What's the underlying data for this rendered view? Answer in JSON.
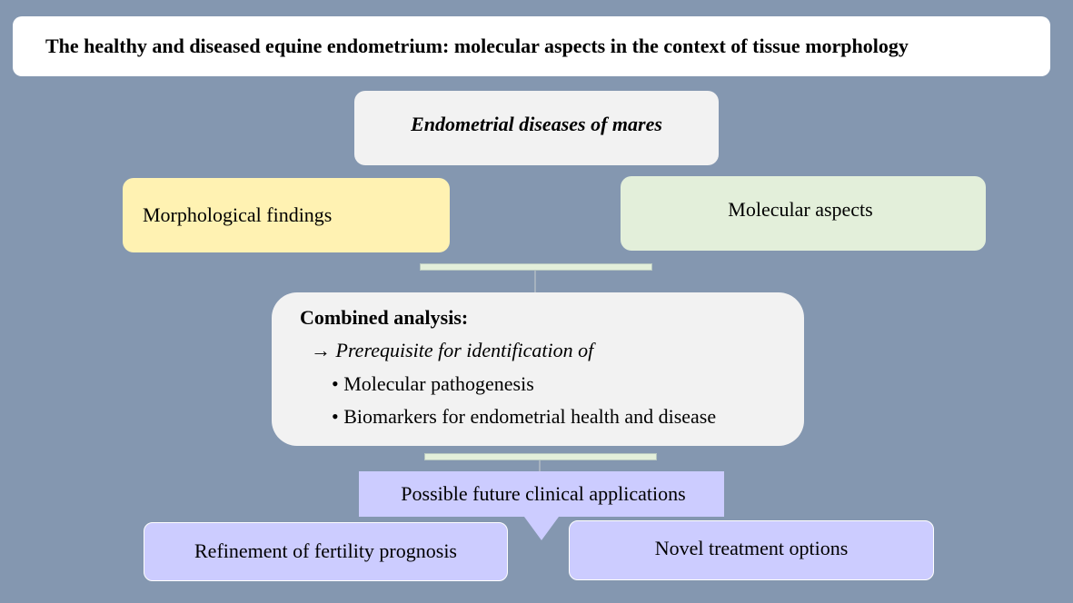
{
  "title": "The healthy and diseased equine endometrium: molecular aspects in the context of tissue morphology",
  "diseases": "Endometrial diseases of mares",
  "morphological": "Morphological findings",
  "molecular": "Molecular aspects",
  "combined": {
    "heading": "Combined analysis:",
    "subheading": "→ Prerequisite for identification of",
    "bullets": [
      "• Molecular pathogenesis",
      "• Biomarkers for endometrial health and disease"
    ]
  },
  "future": "Possible future clinical applications",
  "outcomes": {
    "refinement": "Refinement of fertility prognosis",
    "treatment": "Novel treatment options"
  },
  "colors": {
    "background": "#8497b0",
    "morphological_fill": "#fff2b2",
    "molecular_fill": "#e3efda",
    "application_fill": "#ccccff",
    "neutral_fill": "#f2f2f2"
  }
}
